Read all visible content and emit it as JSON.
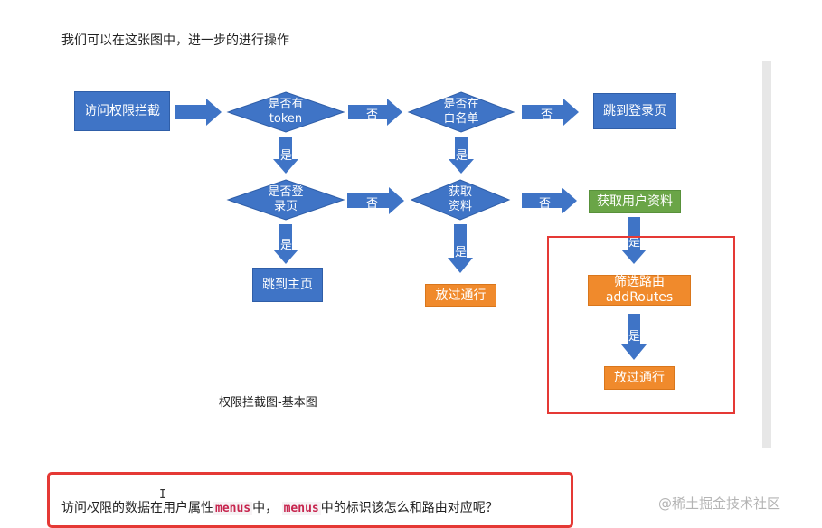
{
  "intro_text": "我们可以在这张图中，进一步的进行操作",
  "nodes": {
    "start": "访问权限拦截",
    "has_token": [
      "是否有",
      "token"
    ],
    "in_whitelist": [
      "是否在",
      "白名单"
    ],
    "goto_login": "跳到登录页",
    "is_login_page": [
      "是否登",
      "录页"
    ],
    "get_data": [
      "获取",
      "资料"
    ],
    "get_user_profile": "获取用户资料",
    "goto_home": "跳到主页",
    "pass_1": "放过通行",
    "filter_routes": [
      "筛选路由",
      "addRoutes"
    ],
    "pass_2": "放过通行"
  },
  "labels": {
    "no": "否",
    "yes": "是"
  },
  "caption": "权限拦截图-基本图",
  "bottom": {
    "prefix": "访问权限的数据在用户属性",
    "code1": "menus",
    "middle": "中，",
    "code2": "menus",
    "suffix": "中的标识该怎么和路由对应呢？"
  },
  "cursor_glyph": "I",
  "watermark": "@稀土掘金技术社区",
  "colors": {
    "blue": "#3f74c6",
    "orange": "#f08a2c",
    "green": "#6aa547",
    "red": "#e53935"
  }
}
